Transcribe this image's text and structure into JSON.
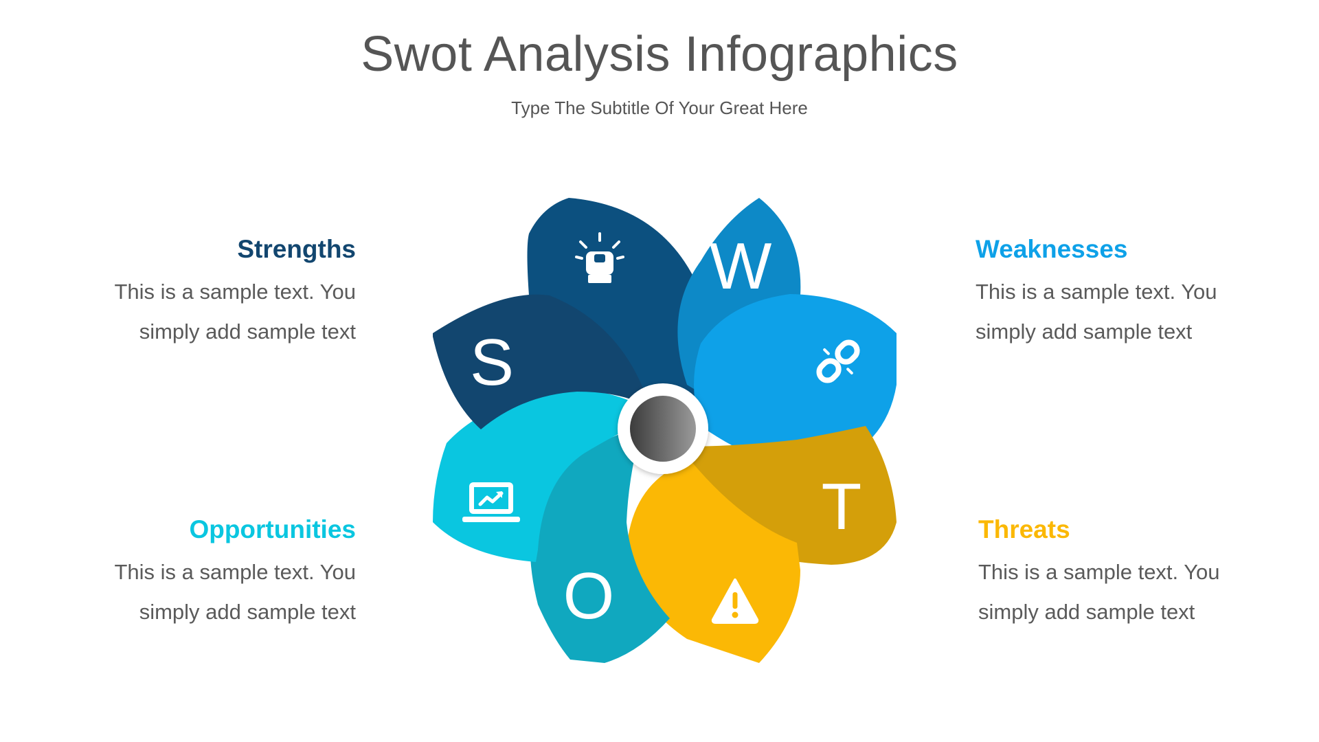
{
  "header": {
    "title": "Swot Analysis Infographics",
    "subtitle": "Type The Subtitle Of Your Great Here"
  },
  "sections": {
    "strengths": {
      "heading": "Strengths",
      "line1": "This is a sample text. You",
      "line2": "simply add sample text",
      "color": "#12466f"
    },
    "weaknesses": {
      "heading": "Weaknesses",
      "line1": "This is a sample text. You",
      "line2": "simply add sample text",
      "color": "#0ea1e8"
    },
    "opportunities": {
      "heading": "Opportunities",
      "line1": "This is a sample text. You",
      "line2": "simply add sample text",
      "color": "#0ac6e0"
    },
    "threats": {
      "heading": "Threats",
      "line1": "This is a sample text. You",
      "line2": "simply add sample text",
      "color": "#fbb805"
    }
  },
  "diagram": {
    "letters": {
      "s": "S",
      "w": "W",
      "o": "O",
      "t": "T"
    },
    "icons": [
      "fist-icon",
      "broken-link-icon",
      "laptop-chart-icon",
      "warning-icon"
    ],
    "petal_colors": [
      "#12466f",
      "#0c507f",
      "#0d89c7",
      "#0ea1e8",
      "#d49f0a",
      "#fbb805",
      "#10a8bf",
      "#0ac6e0"
    ]
  }
}
